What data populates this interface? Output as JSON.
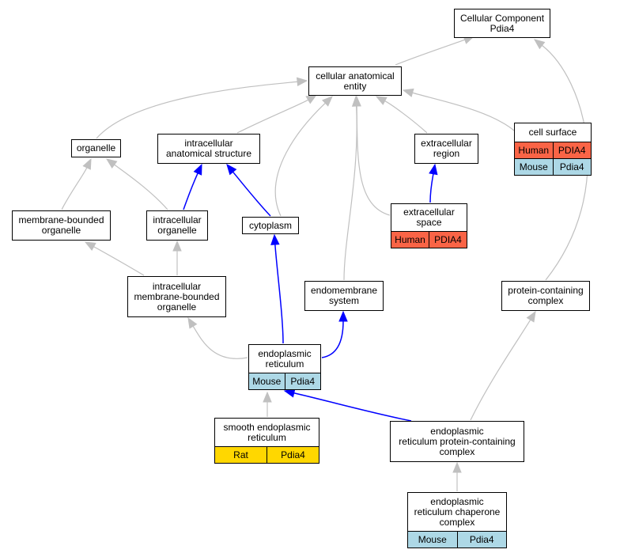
{
  "colors": {
    "gray_edge": "#c0c0c0",
    "blue_edge": "#0000ff",
    "human": "#fa6446",
    "mouse": "#add8e6",
    "rat": "#ffd700"
  },
  "nodes": {
    "cellular_component": {
      "label": "Cellular Component\nPdia4"
    },
    "cellular_anatomical_entity": {
      "label": "cellular anatomical\nentity"
    },
    "organelle": {
      "label": "organelle"
    },
    "intracellular_anatomical_structure": {
      "label": "intracellular\nanatomical structure"
    },
    "extracellular_region": {
      "label": "extracellular\nregion"
    },
    "cell_surface": {
      "label": "cell surface",
      "annotations": [
        {
          "species": "Human",
          "gene": "PDIA4",
          "color": "human"
        },
        {
          "species": "Mouse",
          "gene": "Pdia4",
          "color": "mouse"
        }
      ]
    },
    "membrane_bounded_organelle": {
      "label": "membrane-bounded\norganelle"
    },
    "intracellular_organelle": {
      "label": "intracellular\norganelle"
    },
    "cytoplasm": {
      "label": "cytoplasm"
    },
    "extracellular_space": {
      "label": "extracellular\nspace",
      "annotations": [
        {
          "species": "Human",
          "gene": "PDIA4",
          "color": "human"
        }
      ]
    },
    "intracellular_membrane_bounded_organelle": {
      "label": "intracellular\nmembrane-bounded\norganelle"
    },
    "endomembrane_system": {
      "label": "endomembrane\nsystem"
    },
    "protein_containing_complex": {
      "label": "protein-containing\ncomplex"
    },
    "endoplasmic_reticulum": {
      "label": "endoplasmic\nreticulum",
      "annotations": [
        {
          "species": "Mouse",
          "gene": "Pdia4",
          "color": "mouse"
        }
      ]
    },
    "smooth_endoplasmic_reticulum": {
      "label": "smooth endoplasmic\nreticulum",
      "annotations": [
        {
          "species": "Rat",
          "gene": "Pdia4",
          "color": "rat"
        }
      ]
    },
    "er_protein_containing_complex": {
      "label": "endoplasmic\nreticulum protein-containing\ncomplex"
    },
    "er_chaperone_complex": {
      "label": "endoplasmic\nreticulum chaperone\ncomplex",
      "annotations": [
        {
          "species": "Mouse",
          "gene": "Pdia4",
          "color": "mouse"
        }
      ]
    }
  },
  "edges": [
    {
      "from": "cellular_anatomical_entity",
      "to": "cellular_component",
      "color": "gray"
    },
    {
      "from": "protein_containing_complex",
      "to": "cellular_component",
      "color": "gray"
    },
    {
      "from": "organelle",
      "to": "cellular_anatomical_entity",
      "color": "gray"
    },
    {
      "from": "intracellular_anatomical_structure",
      "to": "cellular_anatomical_entity",
      "color": "gray"
    },
    {
      "from": "cytoplasm",
      "to": "cellular_anatomical_entity",
      "color": "gray"
    },
    {
      "from": "endomembrane_system",
      "to": "cellular_anatomical_entity",
      "color": "gray"
    },
    {
      "from": "extracellular_space",
      "to": "cellular_anatomical_entity",
      "color": "gray"
    },
    {
      "from": "extracellular_region",
      "to": "cellular_anatomical_entity",
      "color": "gray"
    },
    {
      "from": "cell_surface",
      "to": "cellular_anatomical_entity",
      "color": "gray"
    },
    {
      "from": "membrane_bounded_organelle",
      "to": "organelle",
      "color": "gray"
    },
    {
      "from": "intracellular_organelle",
      "to": "organelle",
      "color": "gray"
    },
    {
      "from": "intracellular_organelle",
      "to": "intracellular_anatomical_structure",
      "color": "blue"
    },
    {
      "from": "cytoplasm",
      "to": "intracellular_anatomical_structure",
      "color": "blue"
    },
    {
      "from": "extracellular_space",
      "to": "extracellular_region",
      "color": "blue"
    },
    {
      "from": "intracellular_membrane_bounded_organelle",
      "to": "membrane_bounded_organelle",
      "color": "gray"
    },
    {
      "from": "intracellular_membrane_bounded_organelle",
      "to": "intracellular_organelle",
      "color": "gray"
    },
    {
      "from": "endoplasmic_reticulum",
      "to": "cytoplasm",
      "color": "blue"
    },
    {
      "from": "endoplasmic_reticulum",
      "to": "intracellular_membrane_bounded_organelle",
      "color": "gray"
    },
    {
      "from": "endoplasmic_reticulum",
      "to": "endomembrane_system",
      "color": "blue"
    },
    {
      "from": "smooth_endoplasmic_reticulum",
      "to": "endoplasmic_reticulum",
      "color": "gray"
    },
    {
      "from": "er_protein_containing_complex",
      "to": "endoplasmic_reticulum",
      "color": "blue"
    },
    {
      "from": "er_protein_containing_complex",
      "to": "protein_containing_complex",
      "color": "gray"
    },
    {
      "from": "er_chaperone_complex",
      "to": "er_protein_containing_complex",
      "color": "gray"
    }
  ]
}
